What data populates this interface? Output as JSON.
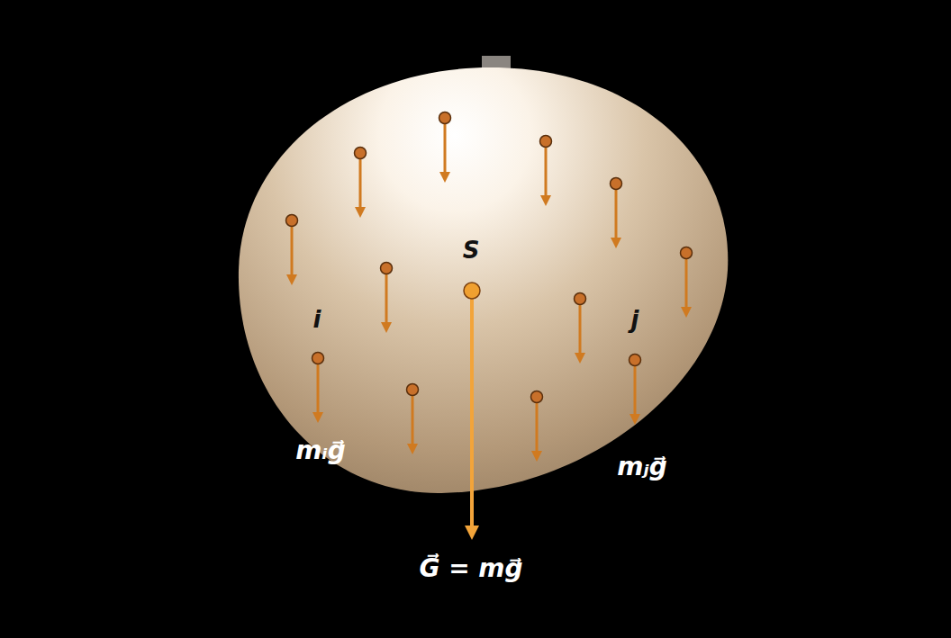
{
  "diagram": {
    "labels": [
      "S",
      "i",
      "j",
      "mᵢg⃗",
      "mⱼg⃗",
      "G⃗ = mg⃗"
    ]
  }
}
